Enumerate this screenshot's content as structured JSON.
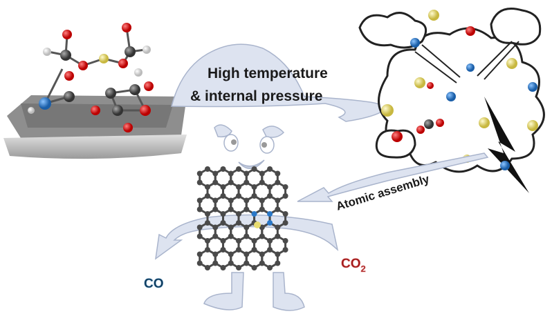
{
  "labels": {
    "arrow_top_line1": "High temperature",
    "arrow_top_line2": "& internal pressure",
    "arrow_assembly": "Atomic assembly",
    "product_co": "CO",
    "product_co2_main": "CO",
    "product_co2_sub": "2"
  },
  "colors": {
    "arrow_fill": "#dde3f0",
    "arrow_stroke": "#a9b4cc",
    "carbon": "#4a4a4a",
    "oxygen": "#d42020",
    "nitrogen": "#2a78c8",
    "sulfur": "#e8dc70",
    "hydrogen": "#f0f0f0",
    "co_text": "#0e3a5a",
    "co2_text": "#a01818"
  }
}
